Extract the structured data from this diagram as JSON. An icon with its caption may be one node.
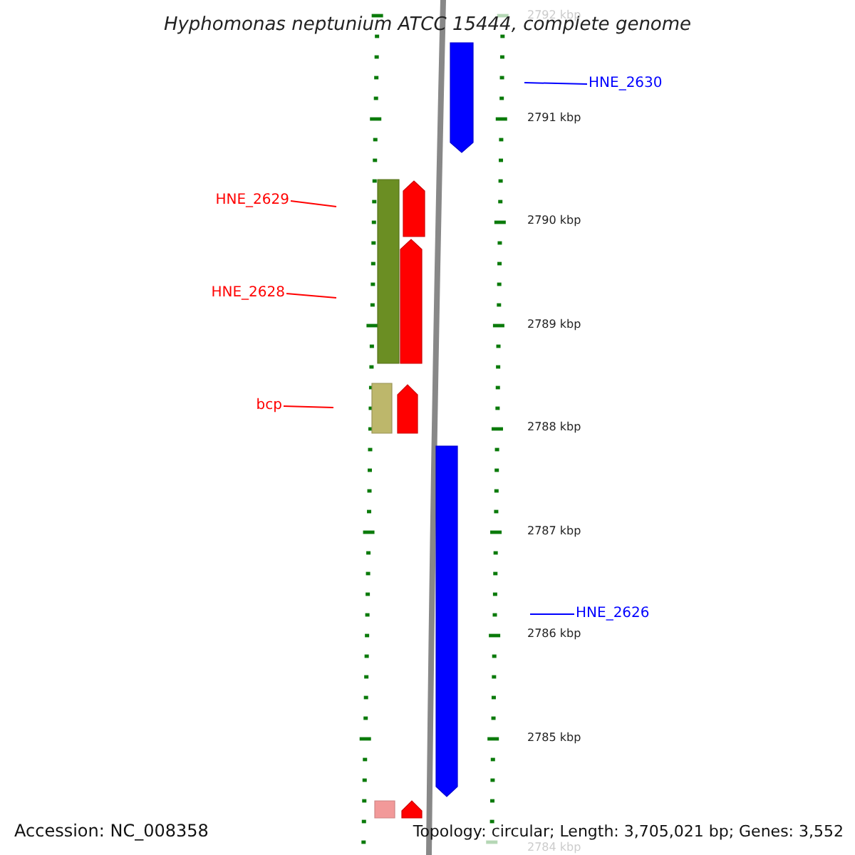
{
  "diagram": {
    "title": "Hyphomonas neptunium ATCC 15444, complete genome",
    "nodes": [
      {
        "text": [
          "HNE_2630"
        ]
      },
      {
        "text": [
          "HNE_2629"
        ]
      },
      {
        "text": [
          "HNE_2628"
        ]
      },
      {
        "text": [
          "bcp"
        ]
      },
      {
        "text": [
          "HNE_2626"
        ]
      }
    ],
    "edges": [
      {
        "from": 0,
        "to": null,
        "arrow": "none",
        "color": "#0000ff"
      },
      {
        "from": 1,
        "to": null,
        "arrow": "none"
      },
      {
        "from": 2,
        "to": null,
        "arrow": "none"
      },
      {
        "from": 3,
        "to": null,
        "arrow": "none"
      },
      {
        "from": 4,
        "to": null,
        "arrow": "none",
        "color": "#0000ff"
      }
    ],
    "labels": [
      "2792 kbp",
      "2791 kbp",
      "2790 kbp",
      "2789 kbp",
      "2788 kbp",
      "2787 kbp",
      "2786 kbp",
      "2785 kbp",
      "2784 kbp",
      "Accession: NC_008358",
      "Topology: circular; Length: 3,705,021 bp; Genes: 3,552"
    ]
  }
}
